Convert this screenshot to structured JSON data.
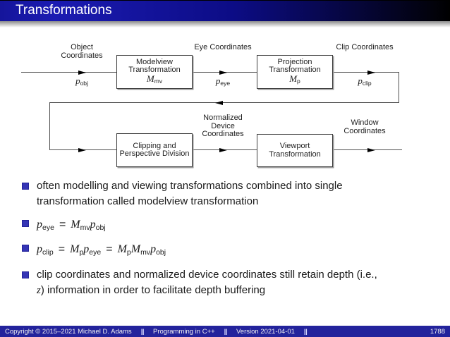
{
  "slide": {
    "title": "Transformations"
  },
  "diagram": {
    "object_coordinates_label": "Object Coordinates",
    "eye_coordinates_label": "Eye Coordinates",
    "clip_coordinates_label": "Clip Coordinates",
    "normalized_device_coordinates_label": "Normalized Device Coordinates",
    "window_coordinates_label": "Window Coordinates",
    "modelview_box": {
      "label": "Modelview Transformation",
      "matrix_base": "M",
      "matrix_sub": "mv"
    },
    "projection_box": {
      "label": "Projection Transformation",
      "matrix_base": "M",
      "matrix_sub": "p"
    },
    "clipping_box": {
      "label": "Clipping and Perspective Division"
    },
    "viewport_box": {
      "label": "Viewport Transformation"
    },
    "p_obj": {
      "base": "p",
      "sub": "obj"
    },
    "p_eye": {
      "base": "p",
      "sub": "eye"
    },
    "p_clip": {
      "base": "p",
      "sub": "clip"
    }
  },
  "bullets": {
    "b1": "often modelling and viewing transformations combined into single\ntransformation called modelview transformation",
    "eq1": {
      "lhs_base": "p",
      "lhs_sub": "eye",
      "equals": "=",
      "m1_base": "M",
      "m1_sub": "mv",
      "rhs_base": "p",
      "rhs_sub": "obj"
    },
    "eq2": {
      "lhs_base": "p",
      "lhs_sub": "clip",
      "equals1": "=",
      "m1_base": "M",
      "m1_sub": "p",
      "p1_base": "p",
      "p1_sub": "eye",
      "equals2": "=",
      "m2_base": "M",
      "m2_sub": "p",
      "m3_base": "M",
      "m3_sub": "mv",
      "p2_base": "p",
      "p2_sub": "obj"
    },
    "b4_pre": "clip coordinates and normalized device coordinates still retain depth (i.e.,",
    "b4_var": "z",
    "b4_post": ") information in order to facilitate depth buffering"
  },
  "footer": {
    "copyright": "Copyright © 2015–2021 Michael D. Adams",
    "separator": "||",
    "course": "Programming in C++",
    "version": "Version 2021-04-01",
    "page": "1788"
  }
}
